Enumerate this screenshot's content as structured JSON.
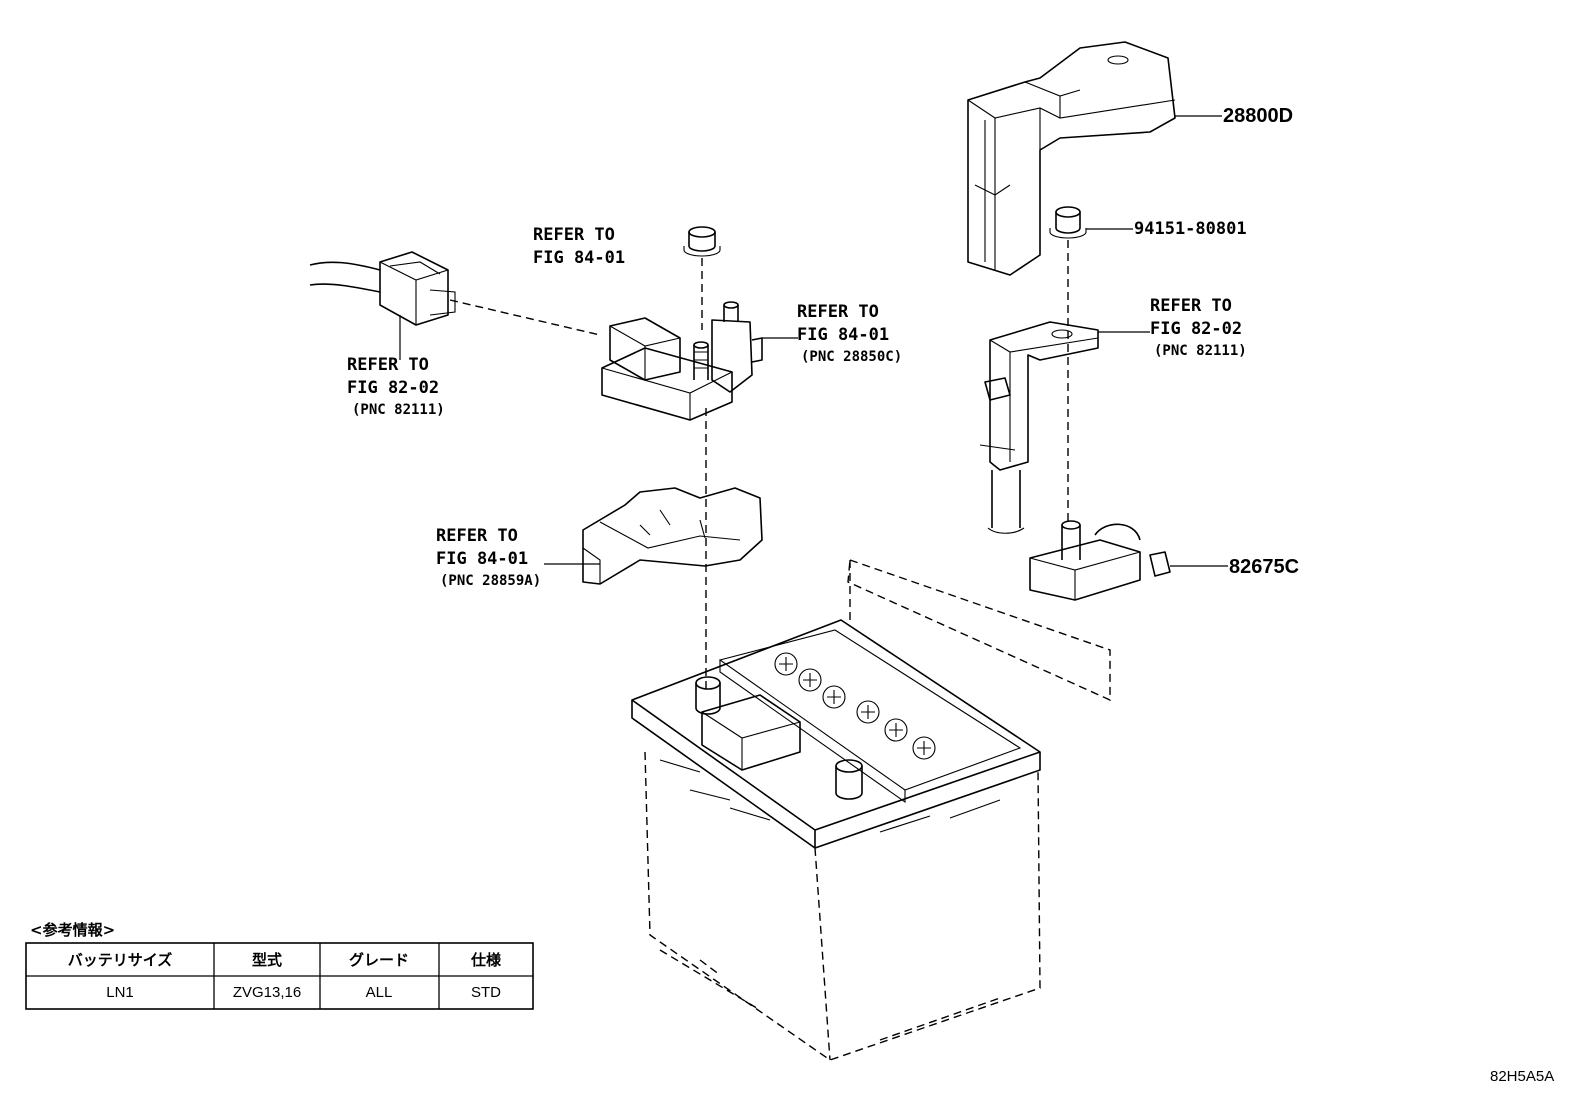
{
  "labels": {
    "top_refer": [
      "REFER TO",
      "FIG 84-01"
    ],
    "cable_refer": [
      "REFER TO",
      "FIG 82-02",
      "(PNC 82111)"
    ],
    "clamp_refer": [
      "REFER TO",
      "FIG 84-01",
      "(PNC 28850C)"
    ],
    "bracket_refer": [
      "REFER TO",
      "FIG 84-01",
      "(PNC 28859A)"
    ],
    "neg_refer": [
      "REFER TO",
      "FIG 82-02",
      "(PNC 82111)"
    ]
  },
  "part_numbers": {
    "cover": "28800D",
    "nut": "94151-80801",
    "terminal": "82675C"
  },
  "reference_table": {
    "caption": "<参考情報>",
    "headers": [
      "バッテリサイズ",
      "型式",
      "グレード",
      "仕様"
    ],
    "rows": [
      [
        "LN1",
        "ZVG13,16",
        "ALL",
        "STD"
      ]
    ]
  },
  "figure_id": "82H5A5A"
}
